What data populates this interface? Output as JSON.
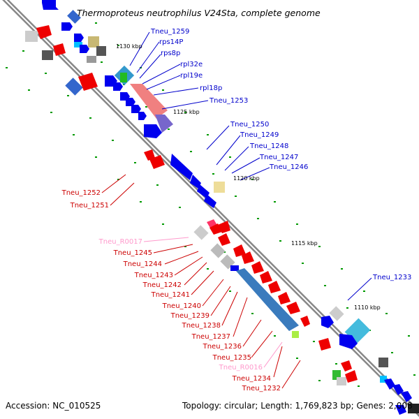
{
  "title": "Thermoproteus neutrophilus V24Sta, complete genome",
  "footer": {
    "accession": "Accession: NC_010525",
    "summary": "Topology: circular; Length: 1,769,823 bp; Genes: 2,008"
  },
  "colors": {
    "forward_gene": "#0000dd",
    "reverse_gene": "#ee0000",
    "rna_label": "#ff99cc",
    "backbone": "#999999"
  },
  "ruler_labels": [
    "1130 kbp",
    "1125 kbp",
    "1120 kbp",
    "1115 kbp",
    "1110 kbp"
  ],
  "gene_labels": {
    "forward": [
      "Tneu_1259",
      "rps14P",
      "rps8p",
      "rpl32e",
      "rpl19e",
      "rpl18p",
      "Tneu_1253",
      "Tneu_1250",
      "Tneu_1249",
      "Tneu_1248",
      "Tneu_1247",
      "Tneu_1246",
      "Tneu_1233"
    ],
    "reverse": [
      "Tneu_1252",
      "Tneu_1251",
      "Tneu_R0017",
      "Tneu_1245",
      "Tneu_1244",
      "Tneu_1243",
      "Tneu_1242",
      "Tneu_1241",
      "Tneu_1240",
      "Tneu_1239",
      "Tneu_1238",
      "Tneu_1237",
      "Tneu_1236",
      "Tneu_1235",
      "Tneu_R0016",
      "Tneu_1234",
      "Tneu_1232"
    ]
  }
}
